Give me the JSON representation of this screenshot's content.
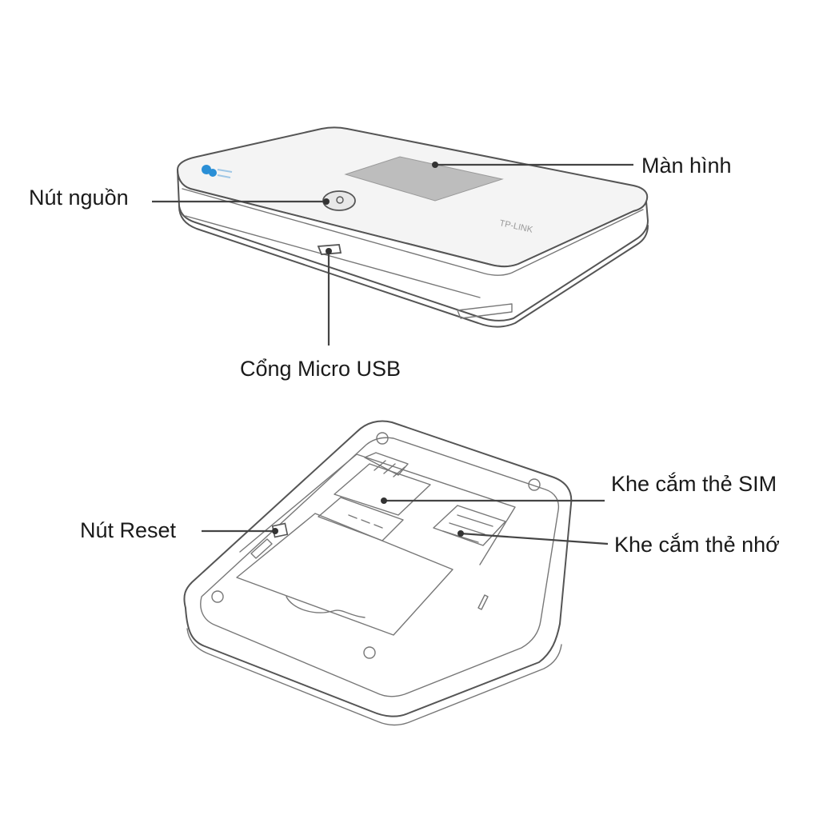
{
  "labels": {
    "screen": "Màn hình",
    "power_button": "Nút nguồn",
    "micro_usb_port": "Cổng Micro USB",
    "sim_slot": "Khe cắm thẻ SIM",
    "reset_button": "Nút Reset",
    "memory_card_slot": "Khe cắm thẻ nhớ"
  },
  "device_logo": "TP-LINK",
  "colors": {
    "outline": "#555555",
    "screen_fill": "#bdbdbd",
    "top_face": "#f4f4f4",
    "logo_accent": "#2a8fd6"
  }
}
